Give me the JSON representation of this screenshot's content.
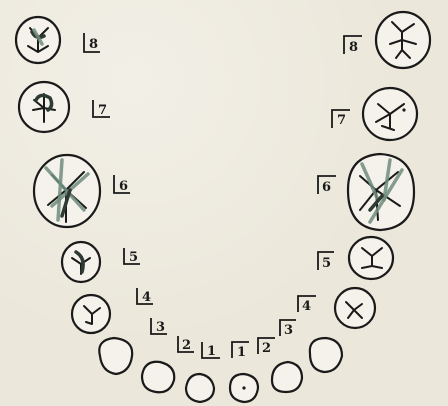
{
  "tooth_numbers": {
    "left": [
      "8",
      "7",
      "6",
      "5",
      "4",
      "3",
      "2",
      "1"
    ],
    "right": [
      "8",
      "7",
      "6",
      "5",
      "4",
      "3",
      "2",
      "1"
    ]
  },
  "colors": {
    "paper": "#ebe7da",
    "ink": "#1a1a1a",
    "marking_green": "#6f8d7c",
    "marking_dark": "#2e3b34"
  }
}
